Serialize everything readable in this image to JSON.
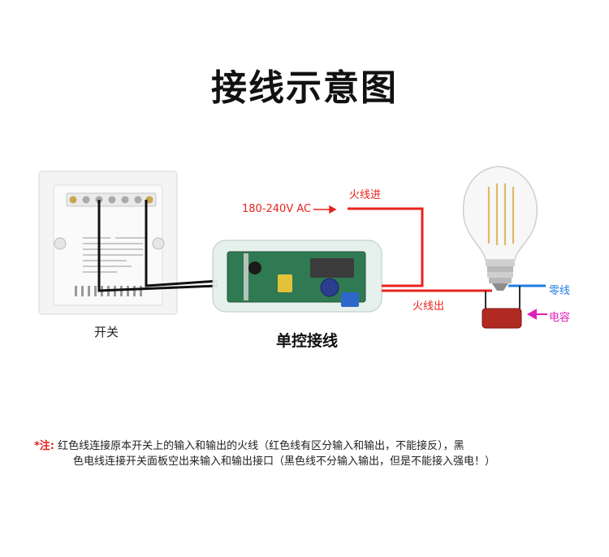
{
  "title": "接线示意图",
  "labels": {
    "switch": "开关",
    "single_control": "单控接线",
    "voltage": "180-240V AC",
    "live_in": "火线进",
    "live_out": "火线出",
    "neutral": "零线",
    "capacitor": "电容"
  },
  "note": {
    "prefix": "*注:",
    "line1": "红色线连接原本开关上的输入和输出的火线（红色线有区分输入和输出，不能接反），黑",
    "line2": "色电线连接开关面板空出来输入和输出接口（黑色线不分输入输出，但是不能接入强电！）"
  },
  "colors": {
    "live": "#e8231f",
    "neutral": "#1f7de3",
    "capacitor_arrow": "#e21fb7",
    "black_wire": "#111111"
  }
}
